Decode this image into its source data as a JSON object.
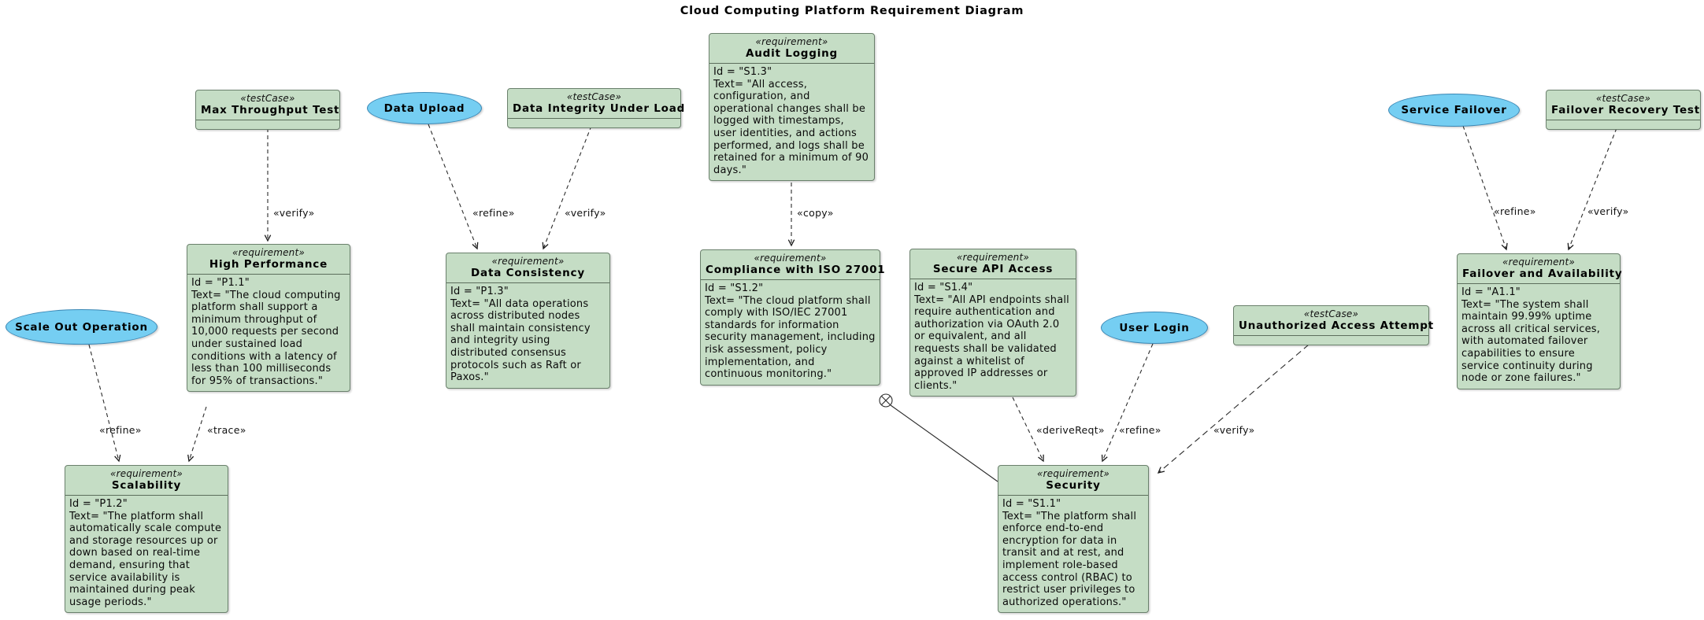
{
  "title": "Cloud Computing Platform Requirement Diagram",
  "colors": {
    "requirement_fill": "#C5DDC5",
    "requirement_border": "#6A806C",
    "usecase_fill": "#75CEF2",
    "usecase_border": "#3A87B5"
  },
  "nodes": {
    "max_throughput_test": {
      "stereotype": "«testCase»",
      "name": "Max Throughput Test"
    },
    "data_upload": {
      "name": "Data Upload"
    },
    "data_integrity_under_load": {
      "stereotype": "«testCase»",
      "name": "Data Integrity Under Load"
    },
    "audit_logging": {
      "stereotype": "«requirement»",
      "name": "Audit Logging",
      "id_line": "Id = \"S1.3\"",
      "text_line": "Text= \"All access, configuration, and operational changes shall be logged with timestamps, user identities, and actions performed, and logs shall be retained for a minimum of 90 days.\""
    },
    "service_failover": {
      "name": "Service Failover"
    },
    "failover_recovery_test": {
      "stereotype": "«testCase»",
      "name": "Failover Recovery Test"
    },
    "high_performance": {
      "stereotype": "«requirement»",
      "name": "High Performance",
      "id_line": "Id = \"P1.1\"",
      "text_line": "Text= \"The cloud computing platform shall support a minimum throughput of 10,000 requests per second under sustained load conditions with a latency of less than 100 milliseconds for 95% of transactions.\""
    },
    "data_consistency": {
      "stereotype": "«requirement»",
      "name": "Data Consistency",
      "id_line": "Id = \"P1.3\"",
      "text_line": "Text= \"All data operations across distributed nodes shall maintain consistency and integrity using distributed consensus protocols such as Raft or Paxos.\""
    },
    "compliance_iso_27001": {
      "stereotype": "«requirement»",
      "name": "Compliance with ISO 27001",
      "id_line": "Id = \"S1.2\"",
      "text_line": "Text= \"The cloud platform shall comply with ISO/IEC 27001 standards for information security management, including risk assessment, policy implementation, and continuous monitoring.\""
    },
    "secure_api_access": {
      "stereotype": "«requirement»",
      "name": "Secure API Access",
      "id_line": "Id = \"S1.4\"",
      "text_line": "Text= \"All API endpoints shall require authentication and authorization via OAuth 2.0 or equivalent, and all requests shall be validated against a whitelist of approved IP addresses or clients.\""
    },
    "user_login": {
      "name": "User Login"
    },
    "unauthorized_access_attempt": {
      "stereotype": "«testCase»",
      "name": "Unauthorized Access Attempt"
    },
    "failover_and_availability": {
      "stereotype": "«requirement»",
      "name": "Failover and Availability",
      "id_line": "Id = \"A1.1\"",
      "text_line": "Text= \"The system shall maintain 99.99% uptime across all critical services, with automated failover capabilities to ensure service continuity during node or zone failures.\""
    },
    "scale_out_operation": {
      "name": "Scale Out Operation"
    },
    "scalability": {
      "stereotype": "«requirement»",
      "name": "Scalability",
      "id_line": "Id = \"P1.2\"",
      "text_line": "Text= \"The platform shall automatically scale compute and storage resources up or down based on real-time demand, ensuring that service availability is maintained during peak usage periods.\""
    },
    "security": {
      "stereotype": "«requirement»",
      "name": "Security",
      "id_line": "Id = \"S1.1\"",
      "text_line": "Text= \"The platform shall enforce end-to-end encryption for data in transit and at rest, and implement role-based access control (RBAC) to restrict user privileges to authorized operations.\""
    }
  },
  "edges": [
    {
      "label": "«verify»",
      "from": "Max Throughput Test",
      "to": "High Performance"
    },
    {
      "label": "«refine»",
      "from": "Data Upload",
      "to": "Data Consistency"
    },
    {
      "label": "«verify»",
      "from": "Data Integrity Under Load",
      "to": "Data Consistency"
    },
    {
      "label": "«copy»",
      "from": "Audit Logging",
      "to": "Compliance with ISO 27001"
    },
    {
      "label": "«refine»",
      "from": "Scale Out Operation",
      "to": "Scalability"
    },
    {
      "label": "«trace»",
      "from": "High Performance",
      "to": "Scalability"
    },
    {
      "label": "«deriveReqt»",
      "from": "Secure API Access",
      "to": "Security"
    },
    {
      "label": "«refine»",
      "from": "User Login",
      "to": "Security"
    },
    {
      "label": "«verify»",
      "from": "Unauthorized Access Attempt",
      "to": "Security"
    },
    {
      "label": "«refine»",
      "from": "Service Failover",
      "to": "Failover and Availability"
    },
    {
      "label": "«verify»",
      "from": "Failover Recovery Test",
      "to": "Failover and Availability"
    },
    {
      "label": "",
      "type": "containment",
      "from": "Compliance with ISO 27001",
      "to": "Security"
    }
  ]
}
